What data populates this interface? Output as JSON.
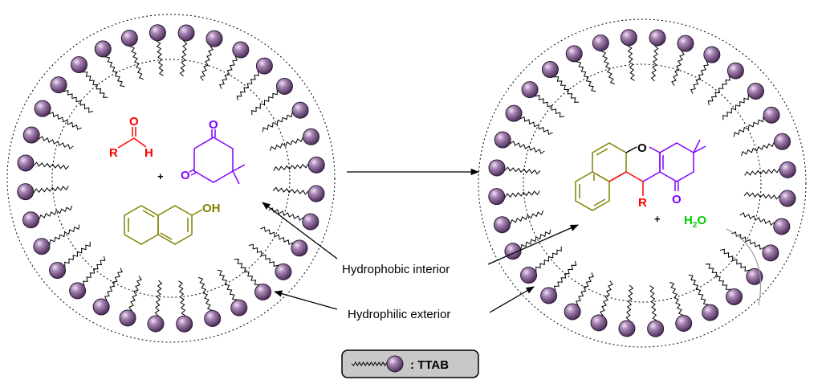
{
  "colors": {
    "aldehyde": "#ff0000",
    "dimedone": "#7f00ff",
    "naphthol": "#808000",
    "product_ring": "#808000",
    "water": "#00cc00",
    "head_fill": "#7a5a86",
    "line": "#000000"
  },
  "left_micelle": {
    "aldehyde": {
      "r_label": "R",
      "o_label": "O",
      "h_label": "H"
    },
    "plus_label": "+",
    "dimedone": {
      "o_top": "O",
      "o_left": "O"
    },
    "naphthol": {
      "oh_label": "OH"
    }
  },
  "right_micelle": {
    "product": {
      "o_ring": "O",
      "o_ketone": "O",
      "r_label": "R"
    },
    "plus_label": "+",
    "water": {
      "h": "H",
      "sub": "2",
      "o": "O"
    }
  },
  "labels": {
    "hydrophobic": "Hydrophobic interior",
    "hydrophilic": "Hydrophilic exterior"
  },
  "legend": {
    "label": ": TTAB"
  },
  "icons": {
    "surfactant": "surfactant-icon",
    "arrow": "arrow-icon"
  }
}
